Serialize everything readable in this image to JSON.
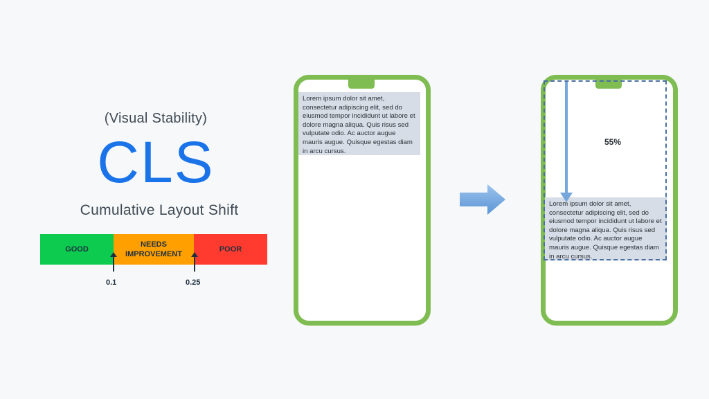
{
  "left_panel": {
    "subtitle": "(Visual Stability)",
    "title": "CLS",
    "name": "Cumulative Layout Shift",
    "scale": {
      "segments": [
        {
          "label": "GOOD",
          "color": "#0ccb4f"
        },
        {
          "label": "NEEDS\nIMPROVEMENT",
          "color": "#ffa000"
        },
        {
          "label": "POOR",
          "color": "#ff3b30"
        }
      ],
      "thresholds": [
        "0.1",
        "0.25"
      ]
    }
  },
  "phone_before": {
    "text": "Lorem ipsum dolor sit amet, consectetur adipiscing elit, sed do eiusmod tempor incididunt ut labore et dolore magna aliqua. Quis risus sed vulputate odio. Ac auctor augue mauris augue. Quisque egestas diam in arcu cursus."
  },
  "phone_after": {
    "shift_label": "55%",
    "text": "Lorem ipsum dolor sit amet, consectetur adipiscing elit, sed do eiusmod tempor incididunt ut labore et dolore magna aliqua. Quis risus sed vulputate odio. Ac auctor augue mauris augue. Quisque egestas diam in arcu cursus."
  },
  "colors": {
    "cls_blue": "#1a73e8",
    "phone_green": "#7fbd52",
    "arrow_blue": "#76a7dc",
    "dashed_frame": "#4a6fa1"
  }
}
